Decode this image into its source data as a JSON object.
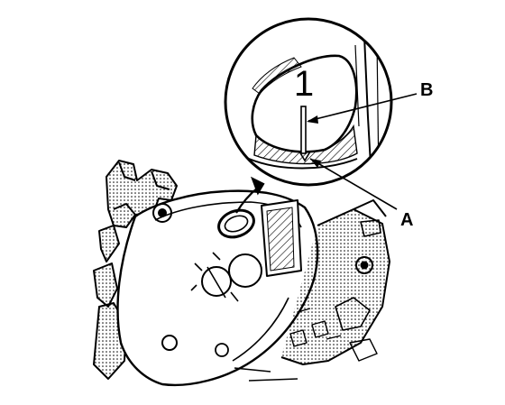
{
  "labels": {
    "callout_a": "A",
    "callout_b": "B",
    "timing_mark": "1"
  },
  "colors": {
    "ink": "#000000",
    "paper": "#ffffff",
    "shade": "#d9d9d9"
  }
}
